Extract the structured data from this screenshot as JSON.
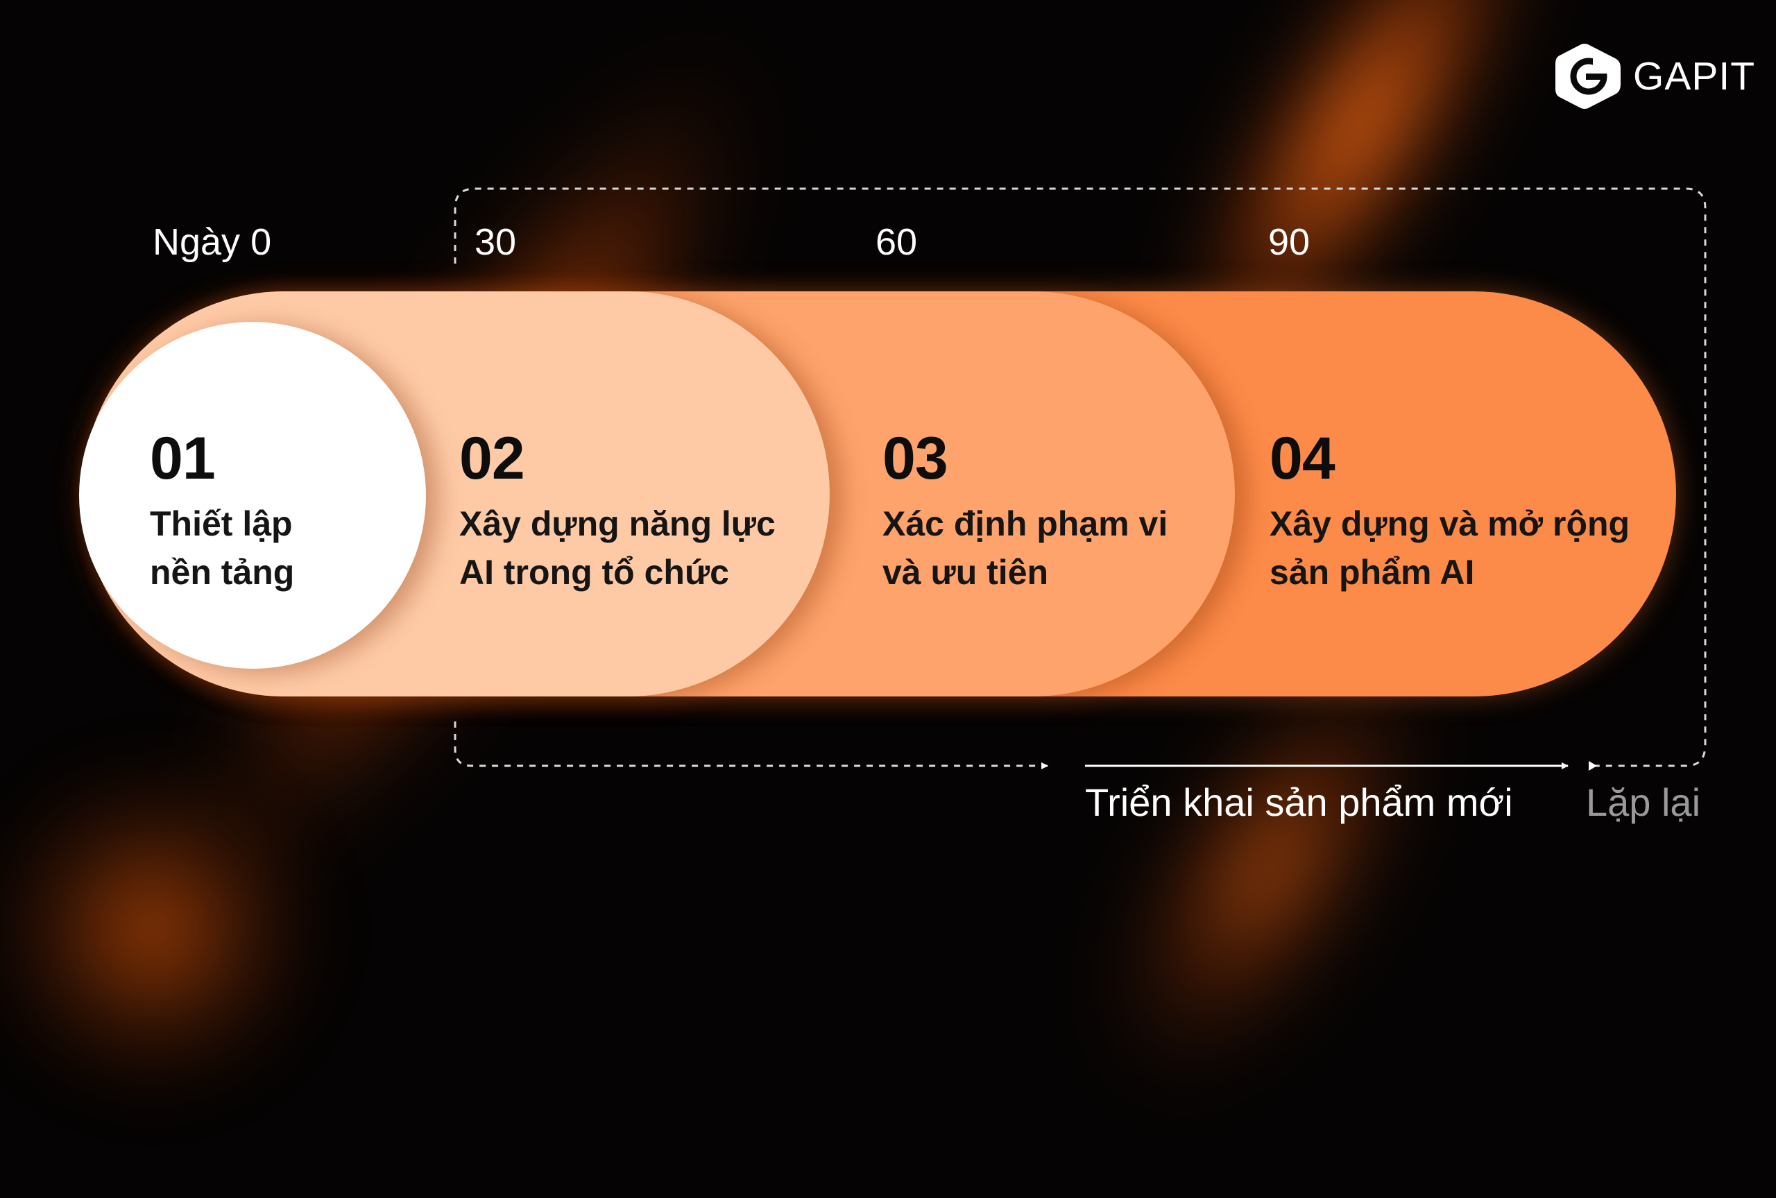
{
  "brand": {
    "name": "GAPIT",
    "accent_color": "#fc8a48",
    "logo_icon": "gapit-logo-icon"
  },
  "timeline": {
    "day_labels": [
      "Ngày 0",
      "30",
      "60",
      "90"
    ]
  },
  "stages": [
    {
      "number": "01",
      "title_line1": "Thiết lập",
      "title_line2": "nền tảng",
      "color": "#ffffff"
    },
    {
      "number": "02",
      "title_line1": "Xây dựng năng lực",
      "title_line2": "AI trong tổ chức",
      "color": "#fecaa6"
    },
    {
      "number": "03",
      "title_line1": "Xác định phạm vi",
      "title_line2": "và ưu tiên",
      "color": "#fea36b"
    },
    {
      "number": "04",
      "title_line1": "Xây dựng và mở rộng",
      "title_line2": "sản phẩm AI",
      "color": "#fc8a48"
    }
  ],
  "flow": {
    "deploy_label": "Triển khai sản phẩm mới",
    "repeat_label": "Lặp lại"
  }
}
